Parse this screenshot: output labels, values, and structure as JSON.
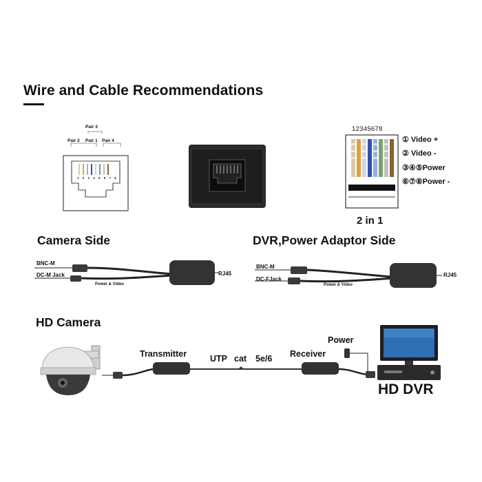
{
  "page": {
    "title": "Wire and Cable Recommendations"
  },
  "jack": {
    "pairs": [
      "Pair 3",
      "Pair 2",
      "Pair 1",
      "Pair 4"
    ],
    "pin_numbers": "1 2 3 4 5 6 7 8"
  },
  "plug": {
    "pin_header": "12345678",
    "legend": [
      "① Video +",
      "② Video -",
      "③④⑤Power",
      "⑥⑦⑧Power -"
    ],
    "caption": "2 in 1"
  },
  "camera_side": {
    "heading": "Camera Side",
    "bnc": "BNC-M",
    "dc": "DC-M Jack",
    "cable": "Power & Video",
    "rj": "RJ45"
  },
  "dvr_side": {
    "heading": "DVR,Power Adaptor Side",
    "bnc": "BNC-M",
    "dc": "DC-FJack",
    "cable": "Power & Video",
    "rj": "RJ45"
  },
  "system": {
    "camera": "HD Camera",
    "transmitter": "Transmitter",
    "utp": "UTP",
    "cat": "cat",
    "cat_version": "5e/6",
    "receiver": "Receiver",
    "power": "Power",
    "dvr": "HD DVR"
  },
  "colors": {
    "wire_colors": [
      "#d8c9a8",
      "#e0a040",
      "#c8d8e8",
      "#3050b0",
      "#9ab0d8",
      "#7fa070",
      "#c0c0c0",
      "#8a6030"
    ],
    "monitor_screen": "#2f6fb3"
  }
}
